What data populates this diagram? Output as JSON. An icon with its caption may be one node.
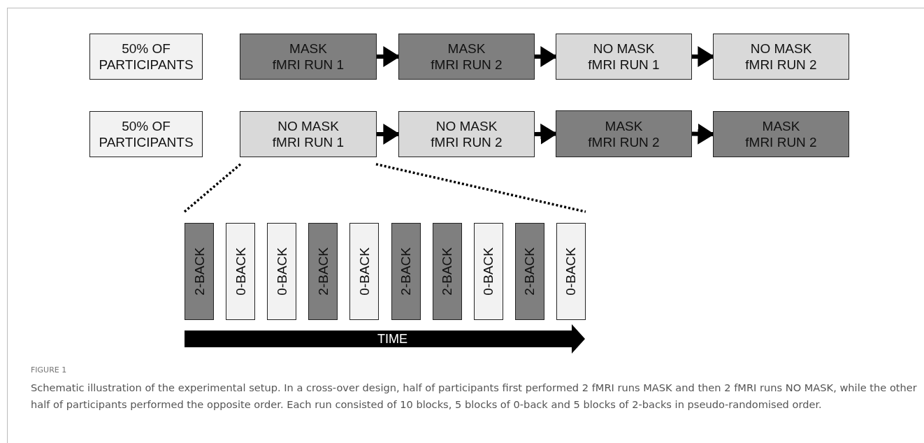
{
  "diagram": {
    "caption": "Schematic illustration of the experimental setup. In a cross-over design, half of participants first performed 2 fMRI runs MASK and then 2 fMRI runs NO MASK, while the other half of participants performed the opposite order. Each run consisted of 10 blocks, 5 blocks of 0-back and 5 blocks of 2-backs in pseudo-randomised order.",
    "nodes": [
      {
        "text": [
          "50% OF PARTICIPANTS"
        ]
      },
      {
        "text": [
          "MASK",
          "fMRI RUN 1"
        ]
      },
      {
        "text": [
          "MASK",
          "fMRI RUN 2"
        ]
      },
      {
        "text": [
          "NO MASK",
          "fMRI RUN 1"
        ]
      },
      {
        "text": [
          "NO MASK",
          "fMRI RUN 2"
        ]
      },
      {
        "text": [
          "50% OF PARTICIPANTS"
        ]
      },
      {
        "text": [
          "NO MASK",
          "fMRI RUN 1"
        ]
      },
      {
        "text": [
          "NO MASK",
          "fMRI RUN 2"
        ]
      },
      {
        "text": [
          "MASK",
          "fMRI RUN 2"
        ]
      },
      {
        "text": [
          "MASK",
          "fMRI RUN 2"
        ]
      },
      {
        "text": [
          "2-BACK"
        ]
      },
      {
        "text": [
          "0-BACK"
        ]
      },
      {
        "text": [
          "0-BACK"
        ]
      },
      {
        "text": [
          "2-BACK"
        ]
      },
      {
        "text": [
          "0-BACK"
        ]
      },
      {
        "text": [
          "2-BACK"
        ]
      },
      {
        "text": [
          "2-BACK"
        ]
      },
      {
        "text": [
          "0-BACK"
        ]
      },
      {
        "text": [
          "2-BACK"
        ]
      },
      {
        "text": [
          "0-BACK"
        ]
      }
    ],
    "edges": [
      {
        "from": 1,
        "to": 2,
        "arrow": "to"
      },
      {
        "from": 2,
        "to": 3,
        "arrow": "to"
      },
      {
        "from": 3,
        "to": 4,
        "arrow": "to"
      },
      {
        "from": 6,
        "to": 7,
        "arrow": "to"
      },
      {
        "from": 7,
        "to": 8,
        "arrow": "to"
      },
      {
        "from": 8,
        "to": 9,
        "arrow": "to"
      },
      {
        "from": 6,
        "to": 10,
        "arrow": "none",
        "style": "dashed"
      },
      {
        "from": 6,
        "to": 19,
        "arrow": "none",
        "style": "dashed"
      }
    ],
    "labels": [
      "TIME",
      "FIGURE 1"
    ]
  }
}
